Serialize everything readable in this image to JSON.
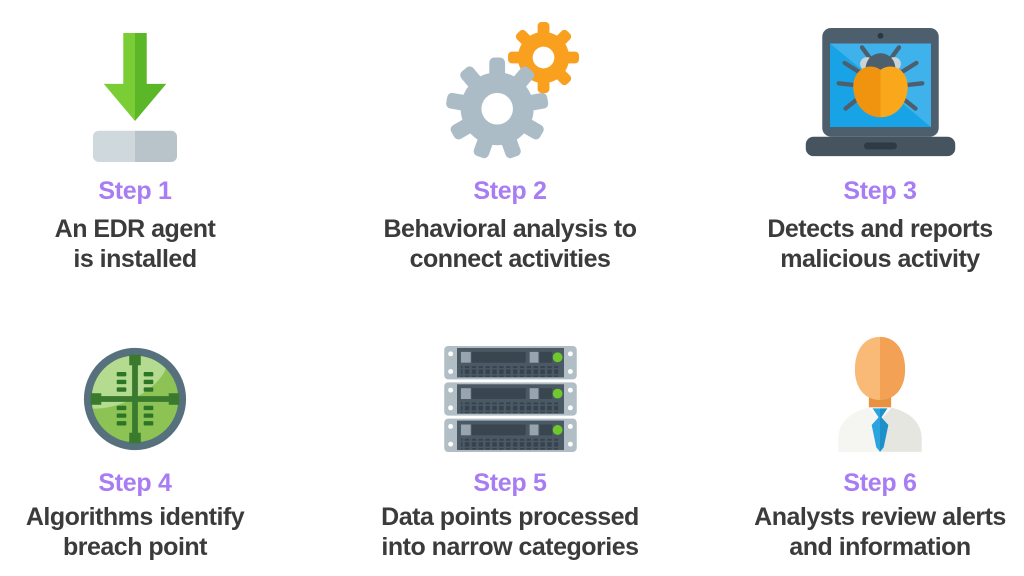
{
  "page": {
    "background": "#ffffff"
  },
  "colors": {
    "accent_purple": "#a87cf2",
    "text_dark": "#3b3b3b",
    "green_arrow": "#6cc32f",
    "gear_gray": "#93a7b3",
    "gear_orange": "#f5991d",
    "screen_blue": "#1ba2e3",
    "slate": "#4d5f6d",
    "target_green": "#8dc254",
    "led_green": "#6fc82c",
    "head_orange": "#f5ab60",
    "tie_blue": "#24a0db"
  },
  "steps": [
    {
      "label": "Step 1",
      "line1": "An EDR agent",
      "line2": "is installed",
      "icon": "download-icon"
    },
    {
      "label": "Step 2",
      "line1": "Behavioral analysis to",
      "line2": "connect activities",
      "icon": "gears-icon"
    },
    {
      "label": "Step 3",
      "line1": "Detects and reports",
      "line2": "malicious activity",
      "icon": "laptop-bug-icon"
    },
    {
      "label": "Step 4",
      "line1": "Algorithms identify",
      "line2": "breach point",
      "icon": "target-icon"
    },
    {
      "label": "Step 5",
      "line1": "Data points processed",
      "line2": "into narrow categories",
      "icon": "server-rack-icon"
    },
    {
      "label": "Step 6",
      "line1": "Analysts review alerts",
      "line2": "and information",
      "icon": "analyst-icon"
    }
  ]
}
